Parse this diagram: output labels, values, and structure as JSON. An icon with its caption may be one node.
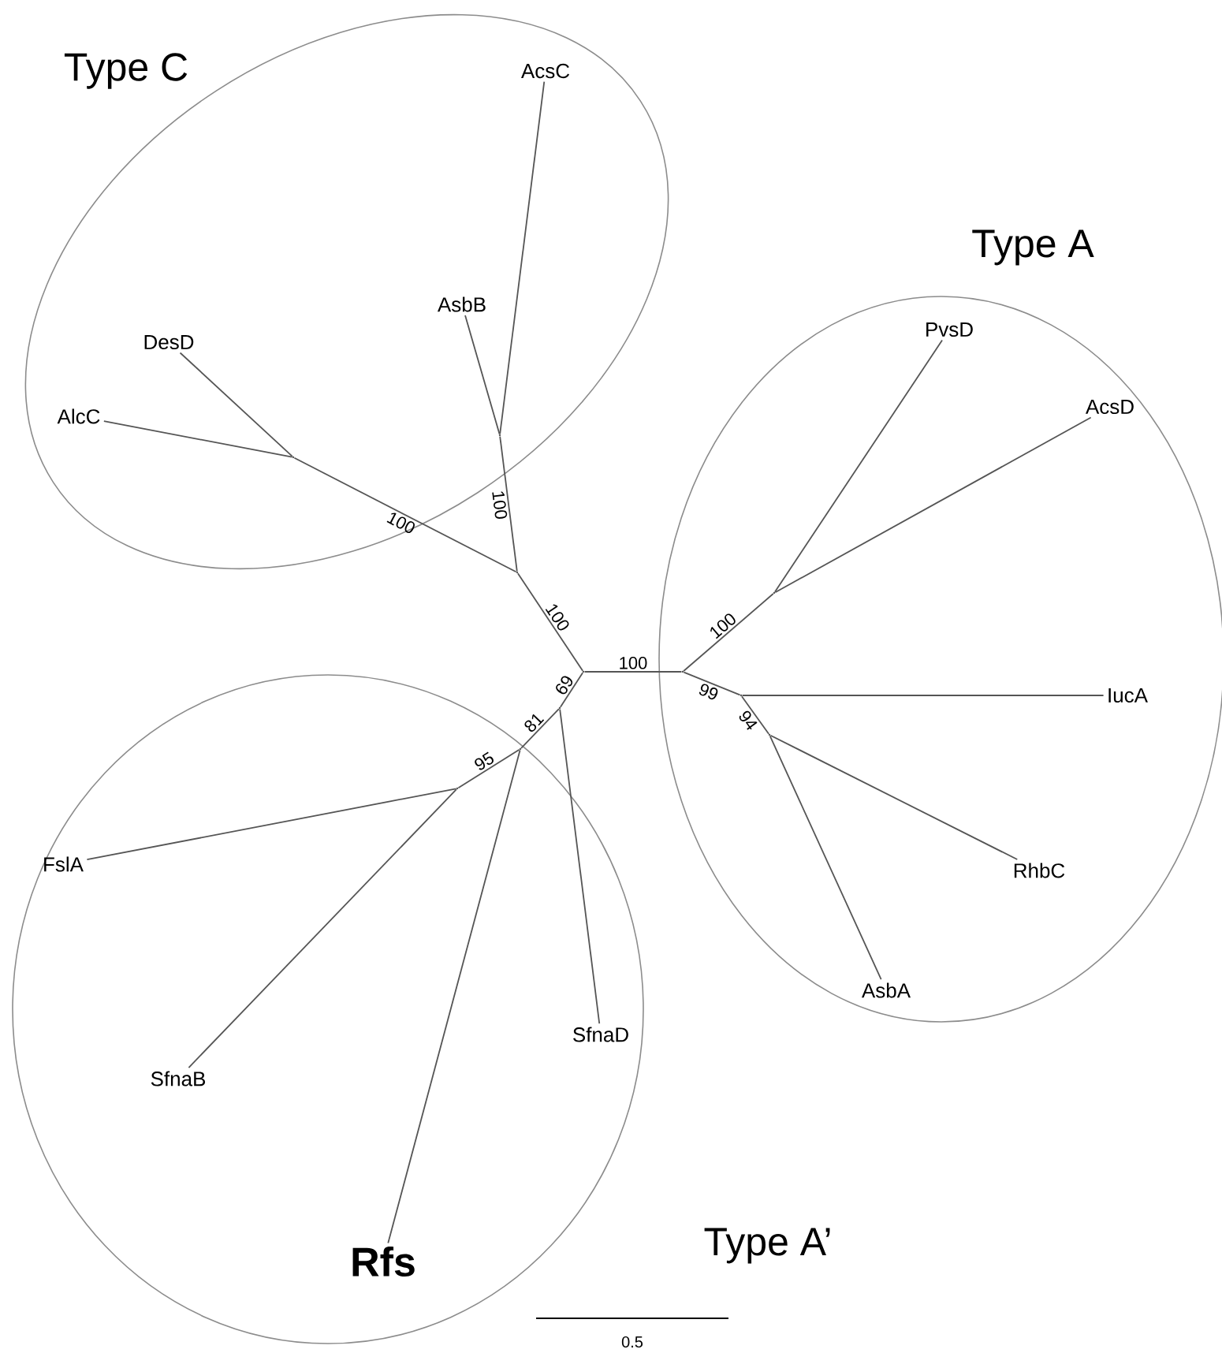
{
  "diagram": {
    "nodes": [
      {
        "text": [
          "Type C"
        ]
      },
      {
        "text": [
          "Type A"
        ]
      },
      {
        "text": [
          "Type A’"
        ]
      },
      {
        "text": [
          "AcsC"
        ],
        "in": 0
      },
      {
        "text": [
          "AsbB"
        ],
        "in": 0
      },
      {
        "text": [
          "DesD"
        ],
        "in": 0
      },
      {
        "text": [
          "AlcC"
        ],
        "in": 0
      },
      {
        "text": [
          "PvsD"
        ],
        "in": 1
      },
      {
        "text": [
          "AcsD"
        ],
        "in": 1
      },
      {
        "text": [
          "IucA"
        ],
        "in": 1
      },
      {
        "text": [
          "RhbC"
        ],
        "in": 1
      },
      {
        "text": [
          "AsbA"
        ],
        "in": 1
      },
      {
        "text": [
          "FslA"
        ],
        "in": 2
      },
      {
        "text": [
          "SfnaB"
        ],
        "in": 2
      },
      {
        "text": [
          "SfnaD"
        ],
        "in": 2
      },
      {
        "text": [
          "Rfs"
        ],
        "in": 2
      },
      {
        "text": [],
        "shape": "point"
      },
      {
        "text": [],
        "shape": "point",
        "in": 1
      },
      {
        "text": [],
        "shape": "point"
      },
      {
        "text": [],
        "shape": "point"
      },
      {
        "text": [],
        "shape": "point",
        "in": 0
      },
      {
        "text": [],
        "shape": "point",
        "in": 0
      },
      {
        "text": [],
        "shape": "point",
        "in": 1
      },
      {
        "text": [],
        "shape": "point",
        "in": 1
      },
      {
        "text": [],
        "shape": "point",
        "in": 1
      },
      {
        "text": [],
        "shape": "point",
        "in": 2
      },
      {
        "text": [],
        "shape": "point",
        "in": 2
      }
    ],
    "edges": [
      {
        "from": 16,
        "to": 17,
        "arrow": "none",
        "label": "100"
      },
      {
        "from": 16,
        "to": 18,
        "arrow": "none",
        "label": "100"
      },
      {
        "from": 16,
        "to": 19,
        "arrow": "none",
        "label": "69"
      },
      {
        "from": 18,
        "to": 20,
        "arrow": "none",
        "label": "100"
      },
      {
        "from": 18,
        "to": 21,
        "arrow": "none",
        "label": "100"
      },
      {
        "from": 20,
        "to": 5,
        "arrow": "none"
      },
      {
        "from": 20,
        "to": 6,
        "arrow": "none"
      },
      {
        "from": 21,
        "to": 4,
        "arrow": "none"
      },
      {
        "from": 21,
        "to": 3,
        "arrow": "none"
      },
      {
        "from": 17,
        "to": 22,
        "arrow": "none",
        "label": "100"
      },
      {
        "from": 17,
        "to": 23,
        "arrow": "none",
        "label": "99"
      },
      {
        "from": 22,
        "to": 7,
        "arrow": "none"
      },
      {
        "from": 22,
        "to": 8,
        "arrow": "none"
      },
      {
        "from": 23,
        "to": 9,
        "arrow": "none"
      },
      {
        "from": 23,
        "to": 24,
        "arrow": "none",
        "label": "94"
      },
      {
        "from": 24,
        "to": 10,
        "arrow": "none"
      },
      {
        "from": 24,
        "to": 11,
        "arrow": "none"
      },
      {
        "from": 19,
        "to": 25,
        "arrow": "none",
        "label": "81"
      },
      {
        "from": 19,
        "to": 14,
        "arrow": "none"
      },
      {
        "from": 25,
        "to": 26,
        "arrow": "none",
        "label": "95"
      },
      {
        "from": 25,
        "to": 15,
        "arrow": "none"
      },
      {
        "from": 26,
        "to": 12,
        "arrow": "none"
      },
      {
        "from": 26,
        "to": 13,
        "arrow": "none"
      }
    ],
    "labels": [
      "0.5"
    ]
  }
}
